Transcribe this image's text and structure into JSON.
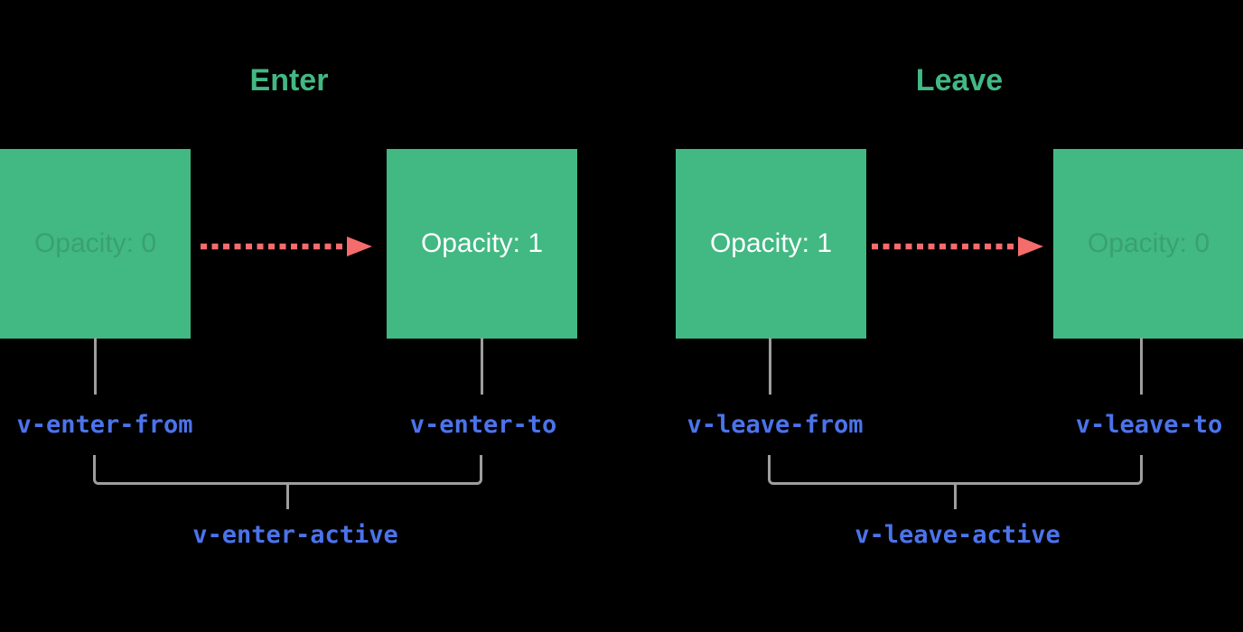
{
  "colors": {
    "background": "#000000",
    "green": "#42b883",
    "red": "#f56c6c",
    "blue": "#4b73eb",
    "gray": "#9e9e9e",
    "box_text_bright": "#ffffff"
  },
  "sections": [
    {
      "title": "Enter",
      "start_box": {
        "text": "Opacity: 0"
      },
      "end_box": {
        "text": "Opacity: 1"
      },
      "start_class_label": "v-enter-from",
      "end_class_label": "v-enter-to",
      "active_class_label": "v-enter-active"
    },
    {
      "title": "Leave",
      "start_box": {
        "text": "Opacity: 1"
      },
      "end_box": {
        "text": "Opacity: 0"
      },
      "start_class_label": "v-leave-from",
      "end_class_label": "v-leave-to",
      "active_class_label": "v-leave-active"
    }
  ]
}
